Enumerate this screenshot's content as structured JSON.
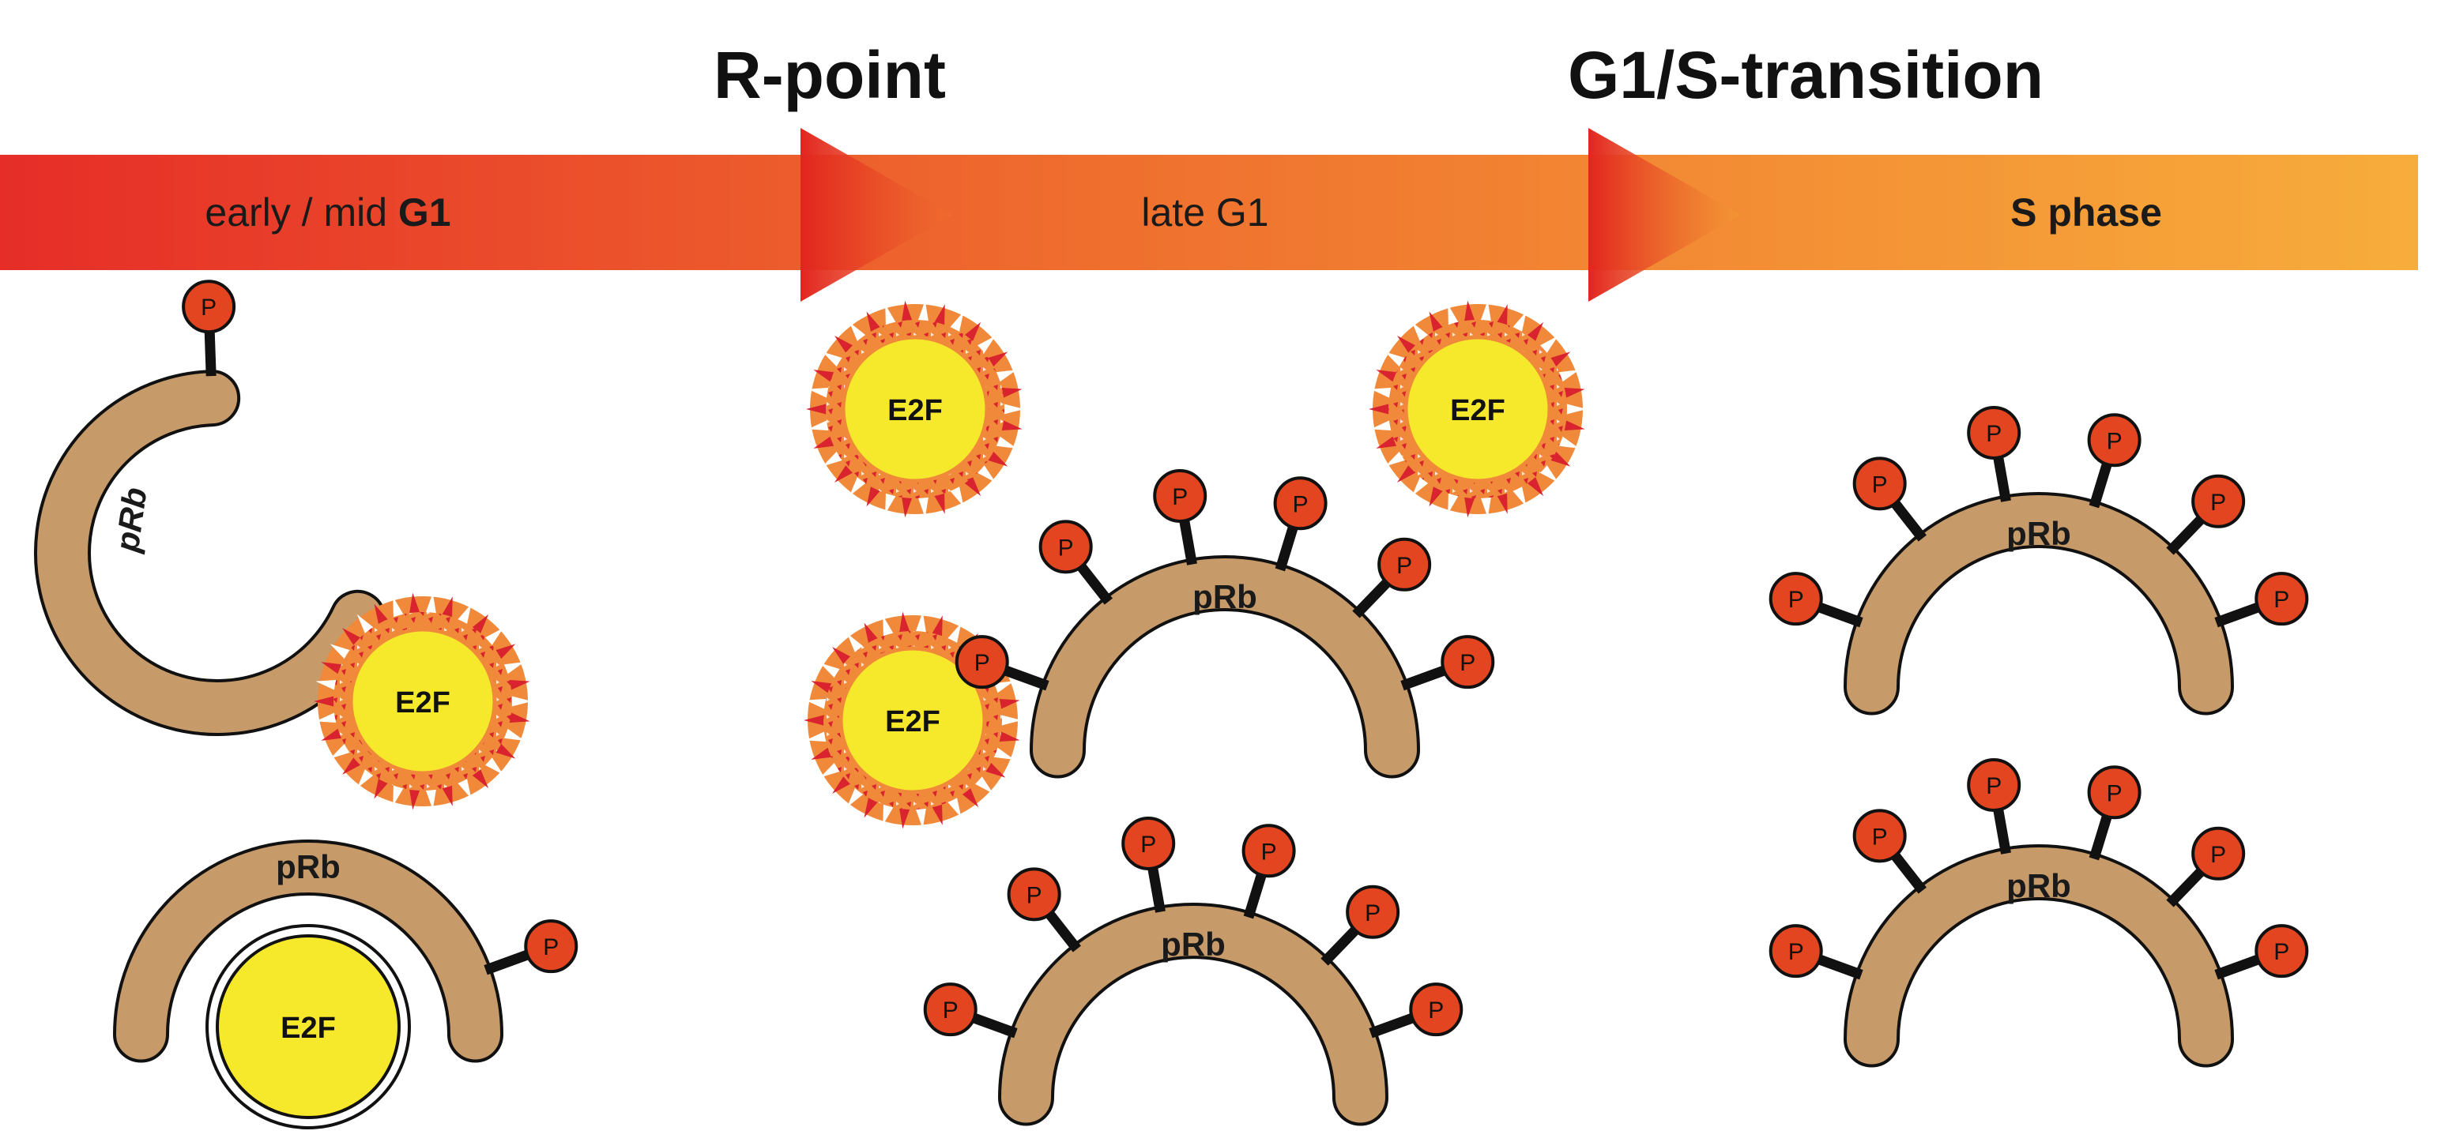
{
  "checkpoints": {
    "r_point": "R-point",
    "g1s_transition": "G1/S-transition"
  },
  "phases": {
    "early_prefix": "early / mid ",
    "early_bold": "G1",
    "late": "late G1",
    "s": "S phase"
  },
  "molecules": {
    "prb": "pRb",
    "e2f": "E2F",
    "phosphate": "P"
  },
  "colors": {
    "arrow_start": "#e62d28",
    "arrow_mid": "#ef6e2e",
    "arrow_end": "#f7ad3b",
    "prb_fill": "#c79a6a",
    "phosphate_fill": "#e2451f",
    "e2f_fill": "#f6e82a",
    "e2f_ring": "#f08a3a",
    "e2f_dots": "#d9232e",
    "outline": "#111111"
  },
  "icons": {
    "phase_arrow": "gradient-arrow",
    "checkpoint_chevron": "triangle-icon",
    "prb": "arc-protein-icon",
    "e2f_active": "spiked-circle-icon",
    "e2f_bound": "plain-circle-icon",
    "phosphate": "lollipop-icon"
  }
}
